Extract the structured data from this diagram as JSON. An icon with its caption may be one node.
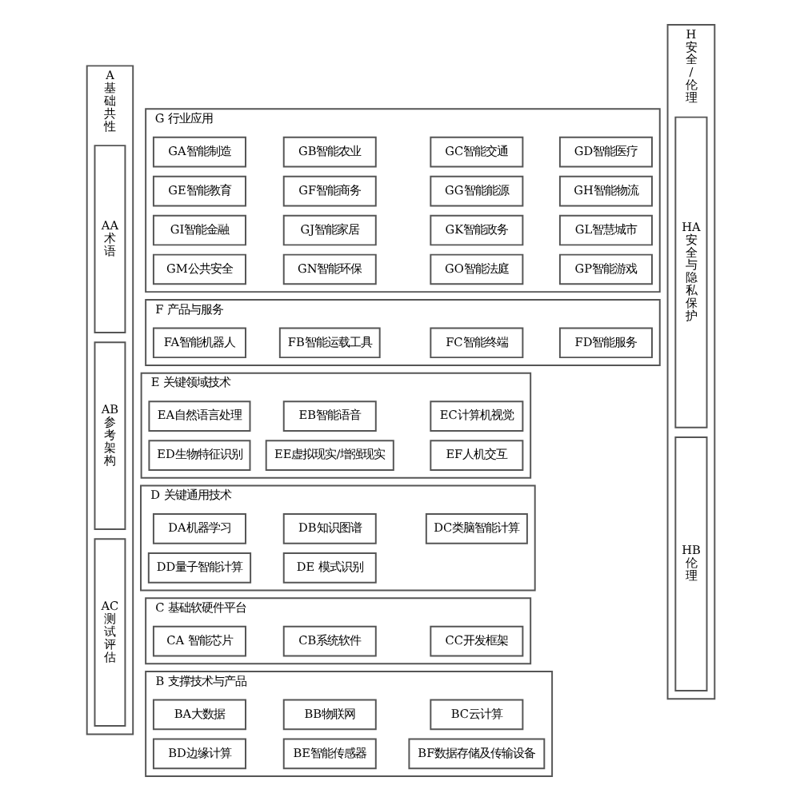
{
  "diagram": {
    "nodes": [
      {
        "text": [
          "A 基础共性"
        ]
      },
      {
        "text": [
          "AA 术语"
        ],
        "in": 0
      },
      {
        "text": [
          "AB 参考架构"
        ],
        "in": 0
      },
      {
        "text": [
          "AC 测试评估"
        ],
        "in": 0
      },
      {
        "text": [
          "G 行业应用"
        ]
      },
      {
        "text": [
          "GA智能制造"
        ],
        "in": 4
      },
      {
        "text": [
          "GB智能农业"
        ],
        "in": 4
      },
      {
        "text": [
          "GC智能交通"
        ],
        "in": 4
      },
      {
        "text": [
          "GD智能医疗"
        ],
        "in": 4
      },
      {
        "text": [
          "GE智能教育"
        ],
        "in": 4
      },
      {
        "text": [
          "GF智能商务"
        ],
        "in": 4
      },
      {
        "text": [
          "GG智能能源"
        ],
        "in": 4
      },
      {
        "text": [
          "GH智能物流"
        ],
        "in": 4
      },
      {
        "text": [
          "GI智能金融"
        ],
        "in": 4
      },
      {
        "text": [
          "GJ智能家居"
        ],
        "in": 4
      },
      {
        "text": [
          "GK智能政务"
        ],
        "in": 4
      },
      {
        "text": [
          "GL智慧城市"
        ],
        "in": 4
      },
      {
        "text": [
          "GM公共安全"
        ],
        "in": 4
      },
      {
        "text": [
          "GN智能环保"
        ],
        "in": 4
      },
      {
        "text": [
          "GO智能法庭"
        ],
        "in": 4
      },
      {
        "text": [
          "GP智能游戏"
        ],
        "in": 4
      },
      {
        "text": [
          "F 产品与服务"
        ]
      },
      {
        "text": [
          "FA智能机器人"
        ],
        "in": 21
      },
      {
        "text": [
          "FB智能运载工具"
        ],
        "in": 21
      },
      {
        "text": [
          "FC智能终端"
        ],
        "in": 21
      },
      {
        "text": [
          "FD智能服务"
        ],
        "in": 21
      },
      {
        "text": [
          "E 关键领域技术"
        ]
      },
      {
        "text": [
          "EA自然语言处理"
        ],
        "in": 26
      },
      {
        "text": [
          "EB智能语音"
        ],
        "in": 26
      },
      {
        "text": [
          "EC计算机视觉"
        ],
        "in": 26
      },
      {
        "text": [
          "ED生物特征识别"
        ],
        "in": 26
      },
      {
        "text": [
          "EE虚拟现实/增强现实"
        ],
        "in": 26
      },
      {
        "text": [
          "EF人机交互"
        ],
        "in": 26
      },
      {
        "text": [
          "D 关键通用技术"
        ]
      },
      {
        "text": [
          "DA机器学习"
        ],
        "in": 33
      },
      {
        "text": [
          "DB知识图谱"
        ],
        "in": 33
      },
      {
        "text": [
          "DC类脑智能计算"
        ],
        "in": 33
      },
      {
        "text": [
          "DD量子智能计算"
        ],
        "in": 33
      },
      {
        "text": [
          "DE 模式识别"
        ],
        "in": 33
      },
      {
        "text": [
          "C 基础软硬件平台"
        ]
      },
      {
        "text": [
          "CA 智能芯片"
        ],
        "in": 39
      },
      {
        "text": [
          "CB系统软件"
        ],
        "in": 39
      },
      {
        "text": [
          "CC开发框架"
        ],
        "in": 39
      },
      {
        "text": [
          "B 支撑技术与产品"
        ]
      },
      {
        "text": [
          "BA大数据"
        ],
        "in": 43
      },
      {
        "text": [
          "BB物联网"
        ],
        "in": 43
      },
      {
        "text": [
          "BC云计算"
        ],
        "in": 43
      },
      {
        "text": [
          "BD边缘计算"
        ],
        "in": 43
      },
      {
        "text": [
          "BE智能传感器"
        ],
        "in": 43
      },
      {
        "text": [
          "BF数据存储及传输设备"
        ],
        "in": 43
      },
      {
        "text": [
          "H 安全/伦理"
        ]
      },
      {
        "text": [
          "HA 安全与隐私保护"
        ],
        "in": 50
      },
      {
        "text": [
          "HB 伦理"
        ],
        "in": 50
      }
    ]
  }
}
